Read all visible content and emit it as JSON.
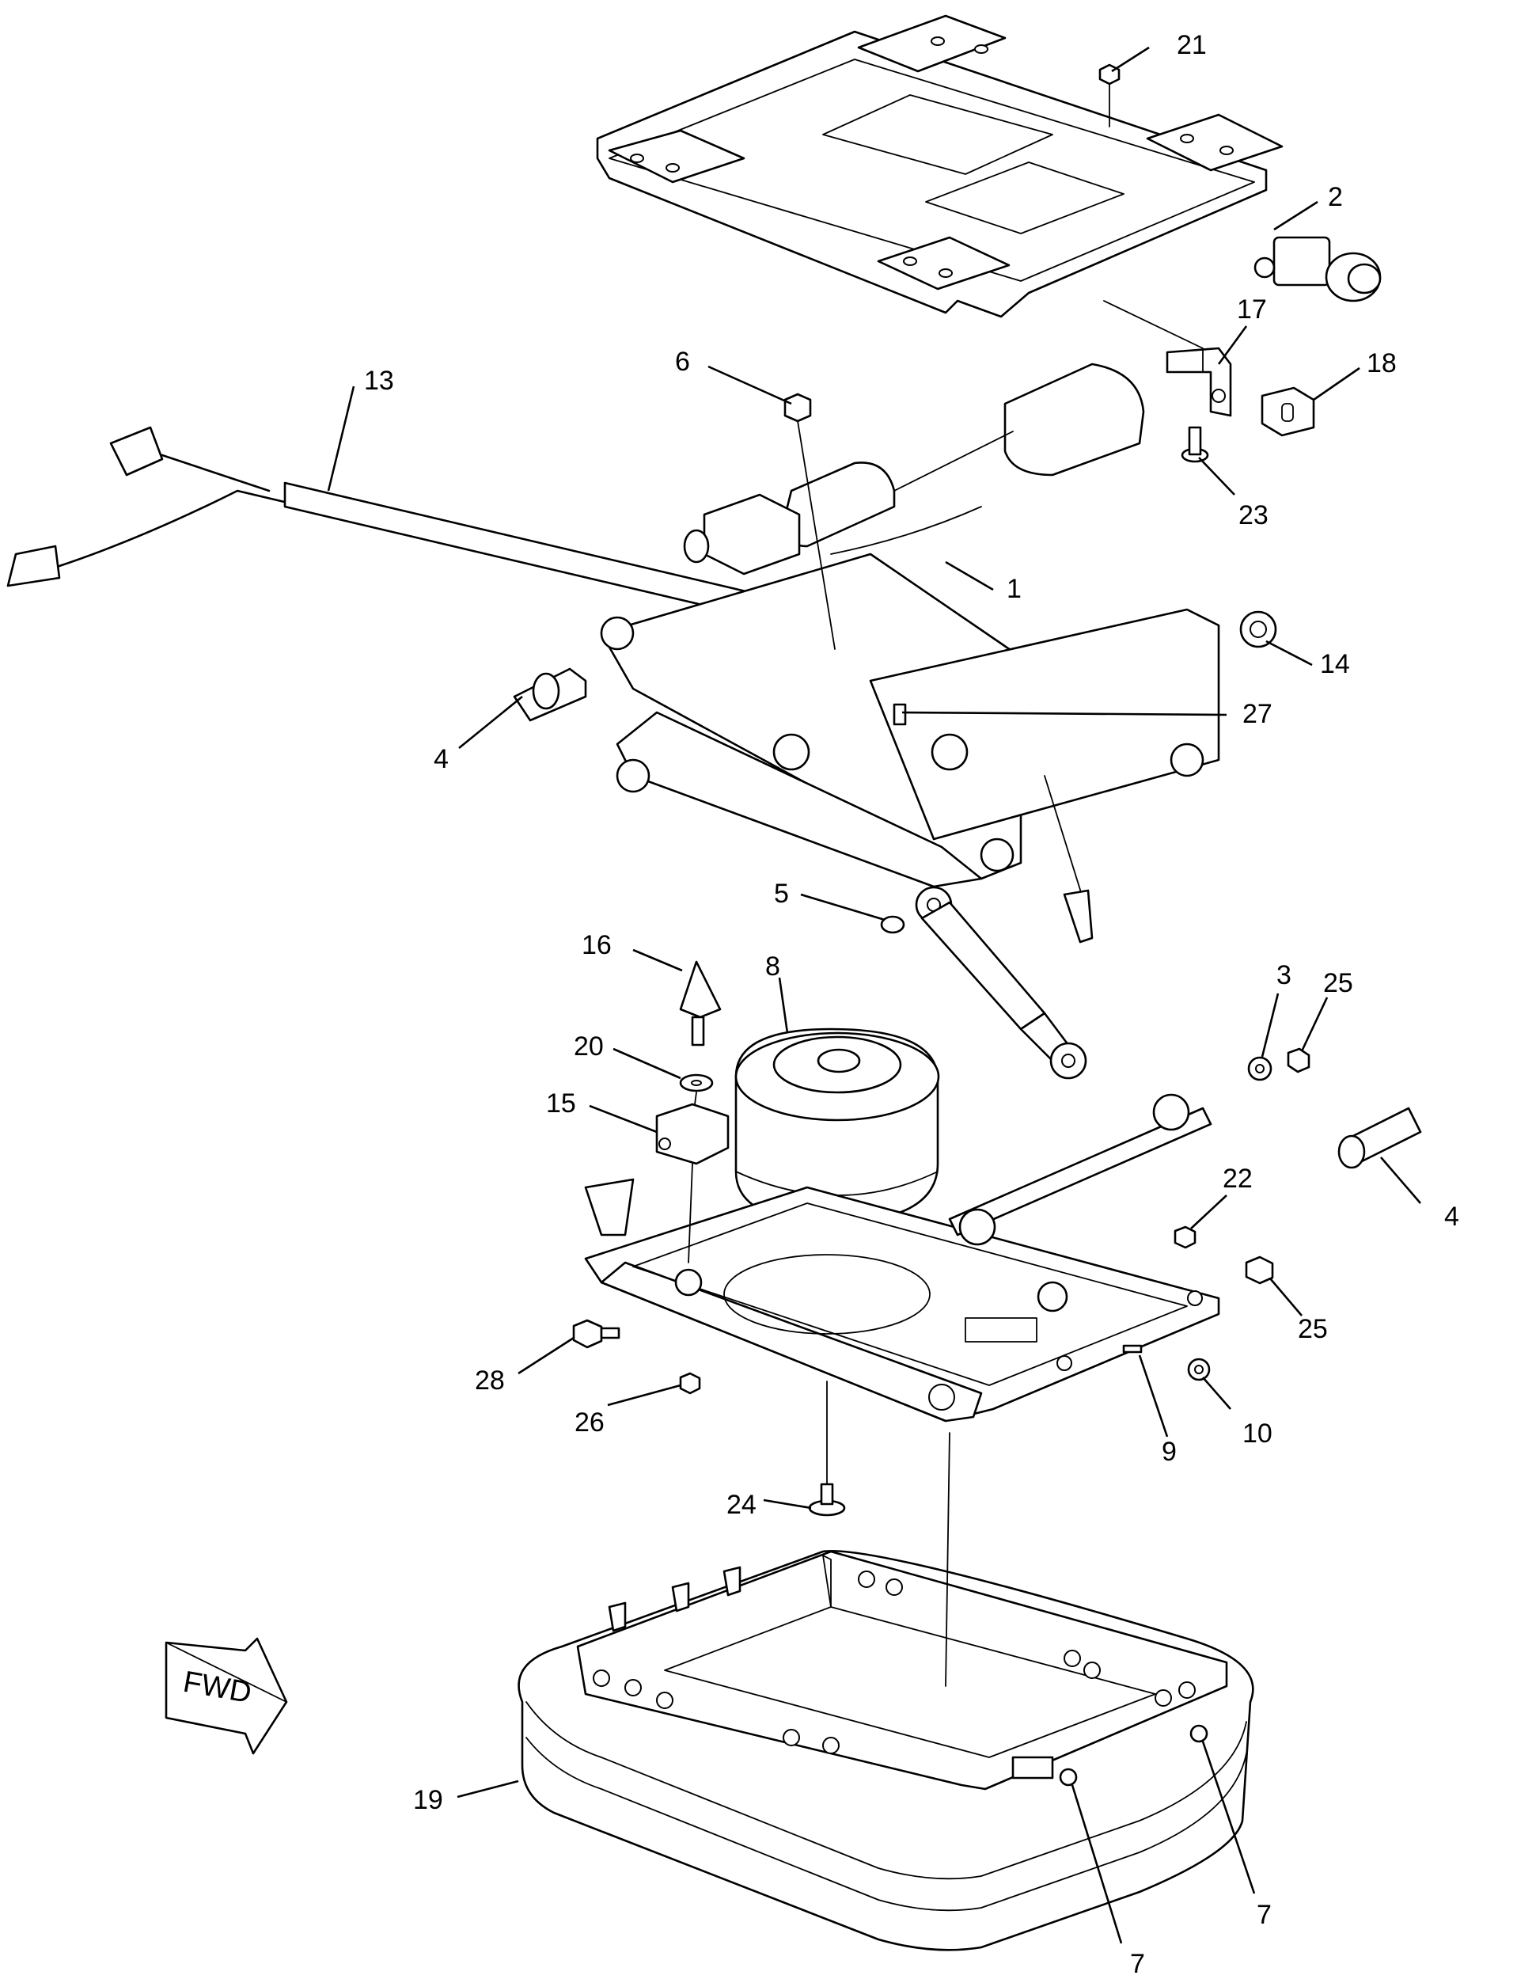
{
  "diagram": {
    "direction_arrow_label": "FWD",
    "callouts": [
      {
        "id": "c21",
        "label": "21"
      },
      {
        "id": "c2",
        "label": "2"
      },
      {
        "id": "c17",
        "label": "17"
      },
      {
        "id": "c18",
        "label": "18"
      },
      {
        "id": "c23",
        "label": "23"
      },
      {
        "id": "c13",
        "label": "13"
      },
      {
        "id": "c6",
        "label": "6"
      },
      {
        "id": "c1",
        "label": "1"
      },
      {
        "id": "c14",
        "label": "14"
      },
      {
        "id": "c27",
        "label": "27"
      },
      {
        "id": "c4a",
        "label": "4"
      },
      {
        "id": "c5",
        "label": "5"
      },
      {
        "id": "c16",
        "label": "16"
      },
      {
        "id": "c8",
        "label": "8"
      },
      {
        "id": "c20",
        "label": "20"
      },
      {
        "id": "c15",
        "label": "15"
      },
      {
        "id": "c3",
        "label": "3"
      },
      {
        "id": "c25a",
        "label": "25"
      },
      {
        "id": "c4b",
        "label": "4"
      },
      {
        "id": "c22",
        "label": "22"
      },
      {
        "id": "c25b",
        "label": "25"
      },
      {
        "id": "c28",
        "label": "28"
      },
      {
        "id": "c26",
        "label": "26"
      },
      {
        "id": "c9",
        "label": "9"
      },
      {
        "id": "c10",
        "label": "10"
      },
      {
        "id": "c24",
        "label": "24"
      },
      {
        "id": "c19",
        "label": "19"
      },
      {
        "id": "c7a",
        "label": "7"
      },
      {
        "id": "c7b",
        "label": "7"
      }
    ]
  }
}
